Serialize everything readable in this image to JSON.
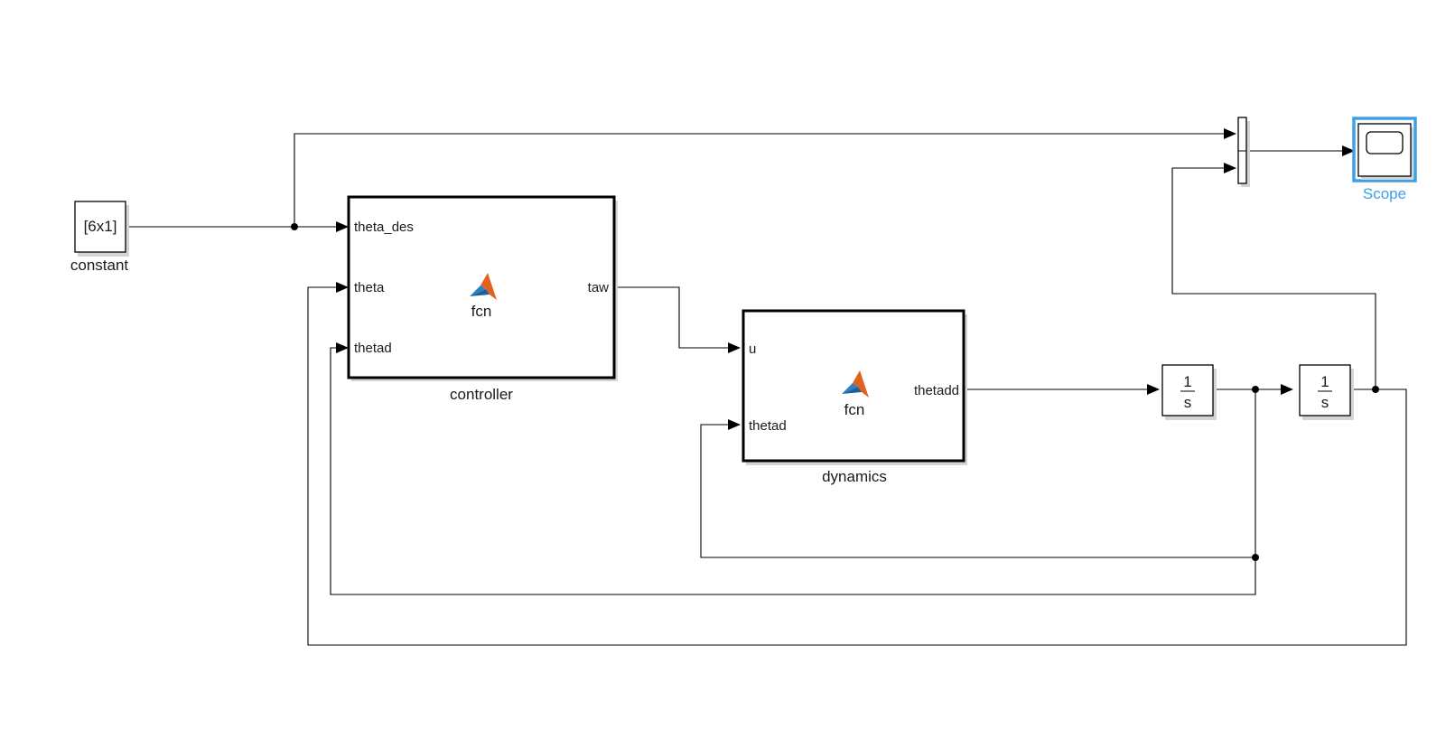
{
  "blocks": {
    "constant": {
      "value": "[6x1]",
      "label": "constant"
    },
    "controller": {
      "label": "controller",
      "function_text": "fcn",
      "inputs": [
        "theta_des",
        "theta",
        "thetad"
      ],
      "outputs": [
        "taw"
      ]
    },
    "dynamics": {
      "label": "dynamics",
      "function_text": "fcn",
      "inputs": [
        "u",
        "thetad"
      ],
      "outputs": [
        "thetadd"
      ]
    },
    "integrator1": {
      "num": "1",
      "den": "s"
    },
    "integrator2": {
      "num": "1",
      "den": "s"
    },
    "scope": {
      "label": "Scope",
      "highlight_color": "#3da0e6"
    }
  },
  "colors": {
    "selection": "#3da0e6",
    "matlab_logo_orange": "#e0621f",
    "matlab_logo_blue": "#2f7fc1"
  }
}
